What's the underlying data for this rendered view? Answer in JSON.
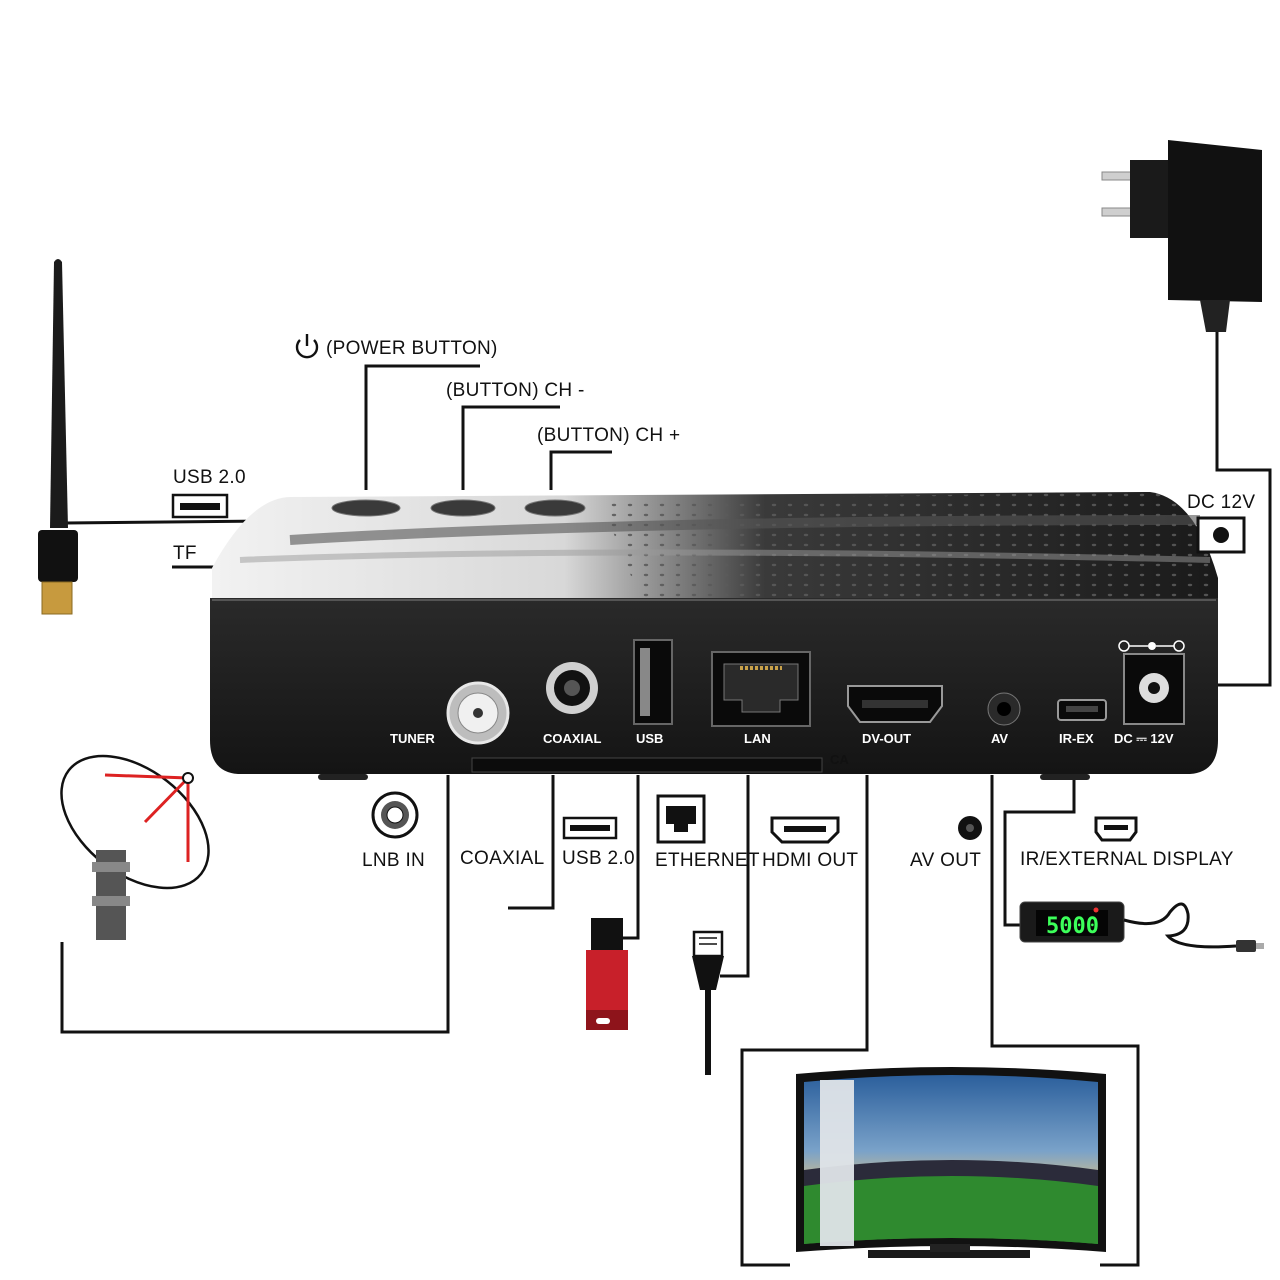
{
  "labels": {
    "power_button": "(POWER BUTTON)",
    "ch_minus": "(BUTTON) CH -",
    "ch_plus": "(BUTTON) CH +",
    "usb_side": "USB 2.0",
    "tf": "TF",
    "dc12v": "DC 12V",
    "lnb_in": "LNB IN",
    "coaxial": "COAXIAL",
    "usb_bottom": "USB 2.0",
    "ethernet": "ETHERNET",
    "hdmi_out": "HDMI OUT",
    "av_out": "AV OUT",
    "ir_external": "IR/EXTERNAL DISPLAY"
  },
  "ports": {
    "tuner": "TUNER",
    "coaxial": "COAXIAL",
    "usb": "USB",
    "lan": "LAN",
    "dv_out": "DV-OUT",
    "av": "AV",
    "ir_ex": "IR-EX",
    "dc": "DC ⎓ 12V",
    "ca": "CA"
  },
  "display": {
    "digits": "5000"
  },
  "icons": {
    "power": "power-icon",
    "usb": "usb-port-icon",
    "ethernet": "ethernet-port-icon",
    "hdmi": "hdmi-port-icon",
    "av": "av-jack-icon",
    "mini_usb": "mini-usb-icon",
    "dc": "dc-jack-icon",
    "lnb": "lnb-connector-icon"
  },
  "colors": {
    "device_body": "#1c1c1c",
    "wire": "#111111",
    "usb_stick": "#c8202a",
    "display_digits": "#3cff5a"
  }
}
